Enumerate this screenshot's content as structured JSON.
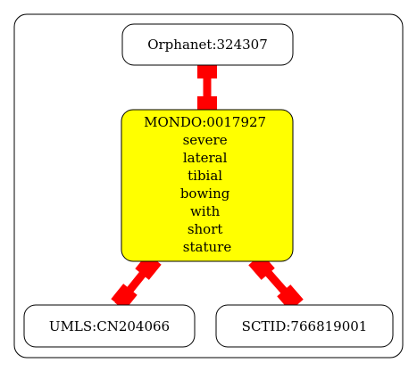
{
  "graph": {
    "nodes": {
      "orphanet": {
        "label": "Orphanet:324307",
        "fill": "#ffffff"
      },
      "mondo": {
        "label_lines": [
          "MONDO:0017927",
          "severe",
          "lateral",
          "tibial",
          "bowing",
          "with",
          "short",
          "stature"
        ],
        "fill": "#ffff00"
      },
      "umls": {
        "label": "UMLS:CN204066",
        "fill": "#ffffff"
      },
      "sctid": {
        "label": "SCTID:766819001",
        "fill": "#ffffff"
      }
    },
    "edges": [
      {
        "from": "orphanet",
        "to": "mondo",
        "color": "#ff0000"
      },
      {
        "from": "mondo",
        "to": "umls",
        "color": "#ff0000"
      },
      {
        "from": "mondo",
        "to": "sctid",
        "color": "#ff0000"
      }
    ],
    "stroke_color": "#000000"
  }
}
